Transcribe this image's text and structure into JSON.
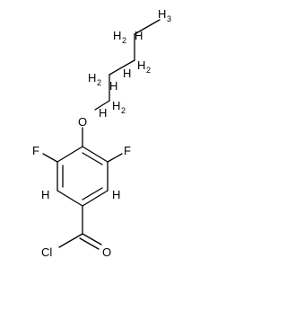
{
  "molecule": {
    "atoms": {
      "methyl_H": "H",
      "methyl_H_count": "3",
      "ch2": "H",
      "ch2_count": "2",
      "oxygen": "O",
      "fluorine": "F",
      "ring_ch": "H",
      "chlorine": "Cl",
      "carbonyl_oxygen": "O"
    },
    "colors": {
      "line": "#000000",
      "text": "#000000",
      "background": "#ffffff"
    }
  }
}
